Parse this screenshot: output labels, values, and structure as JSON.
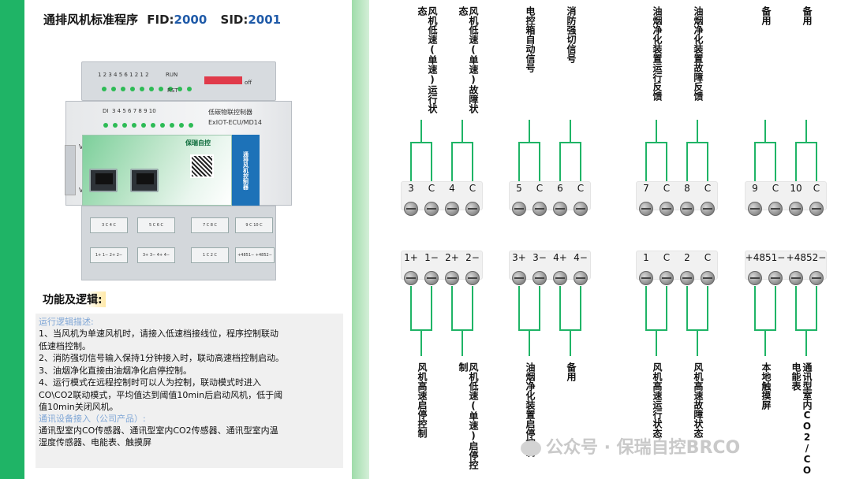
{
  "title": {
    "text": "通排风机标准程序",
    "fid_label": "FID:",
    "fid": "2000",
    "sid_label": "SID:",
    "sid": "2001"
  },
  "device": {
    "name": "低碳物联控制器",
    "model": "ExIOT-ECU/MD14",
    "brand": "保瑞自控",
    "panel_label": "通排风机控制器",
    "v_plus": "V+",
    "v_minus": "V−",
    "di_label": "DI",
    "run": "RUN",
    "rst": "RST",
    "off": "off",
    "top_leds": "1 2 3 4 5 6 1 2 1 2",
    "di_nums": "3 4 5 6 7 8 9 10",
    "term_top": [
      "3 C 4 C",
      "5 C 6 C",
      "7 C 8 C",
      "9 C 10 C"
    ],
    "term_bot": [
      "1+ 1− 2+ 2−",
      "3+ 3− 4+ 4−",
      "1 C 2 C",
      "+4851− +4852−"
    ]
  },
  "func": {
    "title": "功能及逻辑:",
    "desc_title": "运行逻辑描述:",
    "lines": [
      "1、当风机为单速风机时，请接入低速档接线位，程序控制联动",
      "低速档控制。",
      "2、消防强切信号输入保持1分钟接入时，联动高速档控制启动。",
      "3、油烟净化直接由油烟净化启停控制。",
      "4、运行模式在远程控制时可以人为控制，联动模式时进入",
      "CO\\CO2联动模式，平均值达到阈值10min后启动风机，低于阈",
      "值10min关闭风机。"
    ],
    "access_title": "通讯设备接入（公司产品）:",
    "access_lines": [
      "通讯型室内CO传感器、通讯型室内CO2传感器、通讯型室内温",
      "湿度传感器、电能表、触摸屏"
    ]
  },
  "top_blocks": [
    {
      "labels": [
        "3",
        "C",
        "4",
        "C"
      ],
      "signals": [
        "风机低速(单速)运行状态",
        "风机低速(单速)故障状态"
      ]
    },
    {
      "labels": [
        "5",
        "C",
        "6",
        "C"
      ],
      "signals": [
        "电控箱自动信号",
        "消防强切信号"
      ]
    },
    {
      "labels": [
        "7",
        "C",
        "8",
        "C"
      ],
      "signals": [
        "油烟净化装置运行反馈",
        "油烟净化装置故障反馈"
      ]
    },
    {
      "labels": [
        "9",
        "C",
        "10",
        "C"
      ],
      "signals": [
        "备用",
        "备用"
      ]
    }
  ],
  "bottom_blocks": [
    {
      "labels": [
        "1+",
        "1−",
        "2+",
        "2−"
      ],
      "signals": [
        "风机高速启停控制",
        "风机低速(单速)启停控制"
      ]
    },
    {
      "labels": [
        "3+",
        "3−",
        "4+",
        "4−"
      ],
      "signals": [
        "油烟净化装置启停控制",
        "备用"
      ]
    },
    {
      "labels": [
        "1",
        "C",
        "2",
        "C"
      ],
      "signals": [
        "风机高速运行状态",
        "风机高速故障状态"
      ]
    },
    {
      "labels": [
        "+4851−",
        "+4852−"
      ],
      "signals": [
        "本地触摸屏",
        "通讯型室内CO2/CO",
        "电能表"
      ]
    }
  ],
  "watermark": "公众号 · 保瑞自控BRCO",
  "colors": {
    "accent": "#1fb466",
    "fid": "#1f5aa8",
    "blue_panel": "#1d72b8",
    "desc": "#7fa6d6"
  }
}
